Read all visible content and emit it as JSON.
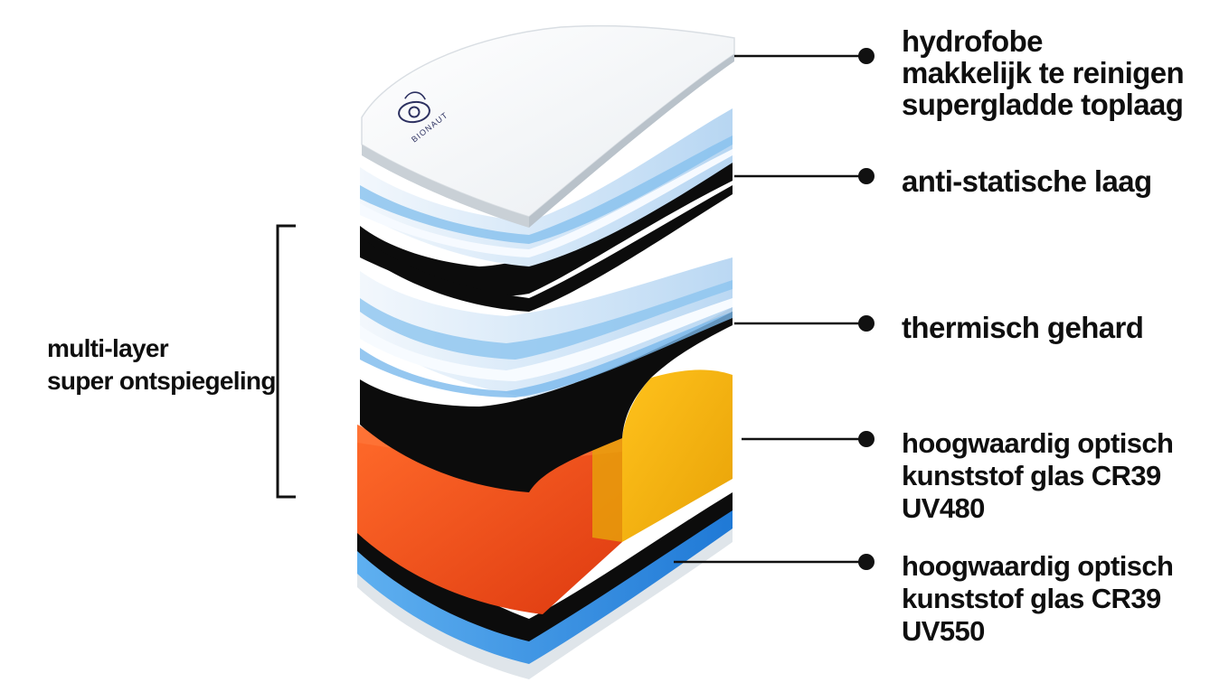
{
  "logo": {
    "text": "BIONAUT",
    "icon": "eye-logo-icon"
  },
  "callouts": [
    {
      "id": "top-layer",
      "lines": [
        "hydrofobe",
        "makkelijk te reinigen",
        "supergladde toplaag"
      ]
    },
    {
      "id": "antistatic-layer",
      "lines": [
        "anti-statische laag"
      ]
    },
    {
      "id": "thermal-layer",
      "lines": [
        "thermisch gehard"
      ]
    },
    {
      "id": "uv480-layer",
      "lines": [
        "hoogwaardig optisch",
        "kunststof glas CR39",
        "UV480"
      ]
    },
    {
      "id": "uv550-layer",
      "lines": [
        "hoogwaardig optisch",
        "kunststof glas CR39",
        "UV550"
      ]
    }
  ],
  "bracket_label": {
    "lines": [
      "multi-layer",
      "super ontspiegeling"
    ]
  },
  "colors": {
    "text": "#0f0f0f",
    "orange": "#f0531c",
    "yellow": "#f6b60f",
    "black": "#0c0c0c",
    "blue": "#3a8fe0",
    "light_blue": "#d3e8f9",
    "white_layer": "#f4f6f8"
  }
}
